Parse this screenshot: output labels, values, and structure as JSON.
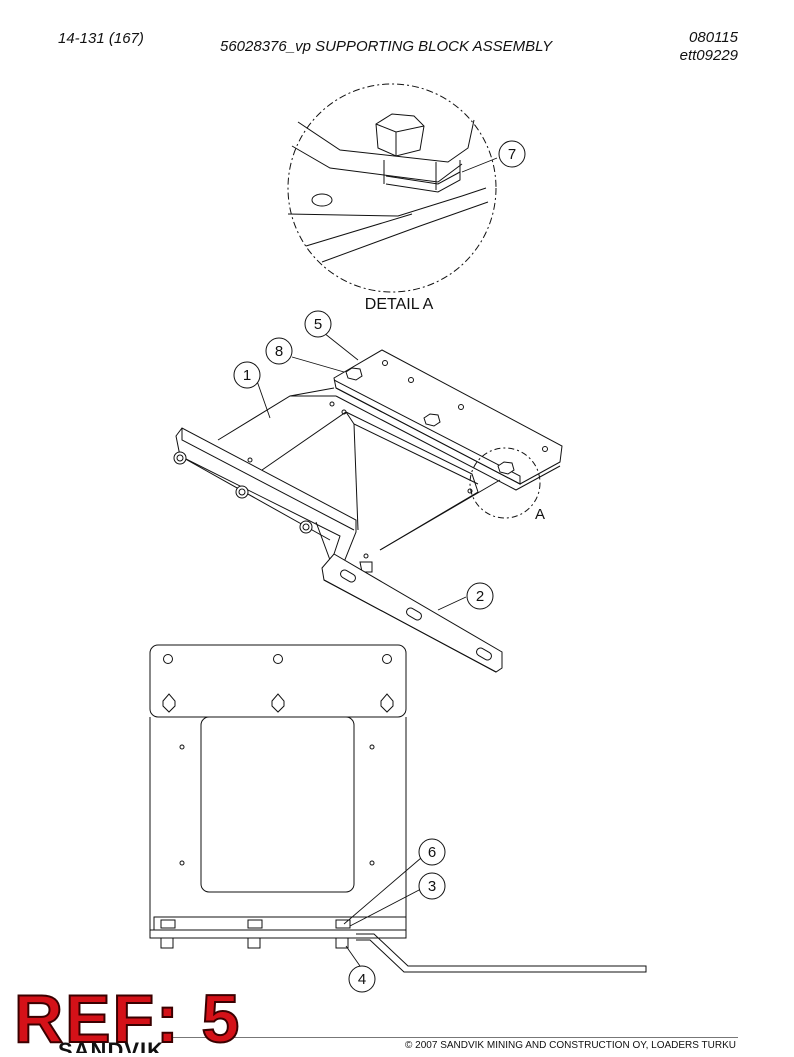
{
  "header": {
    "page_number": "14-131 (167)",
    "title": "56028376_vp SUPPORTING BLOCK ASSEMBLY",
    "date_code": "080115",
    "drawing_code": "ett09229"
  },
  "detail": {
    "label": "DETAIL A",
    "marker": "A"
  },
  "callouts": {
    "c1": "1",
    "c2": "2",
    "c3": "3",
    "c4": "4",
    "c5": "5",
    "c6": "6",
    "c7": "7",
    "c8": "8"
  },
  "footer": {
    "ref_label": "REF: 5",
    "brand": "SANDVIK",
    "copyright": "© 2007 SANDVIK MINING AND CONSTRUCTION OY, LOADERS TURKU"
  },
  "colors": {
    "ref_red": "#d41118",
    "line": "#111111"
  }
}
